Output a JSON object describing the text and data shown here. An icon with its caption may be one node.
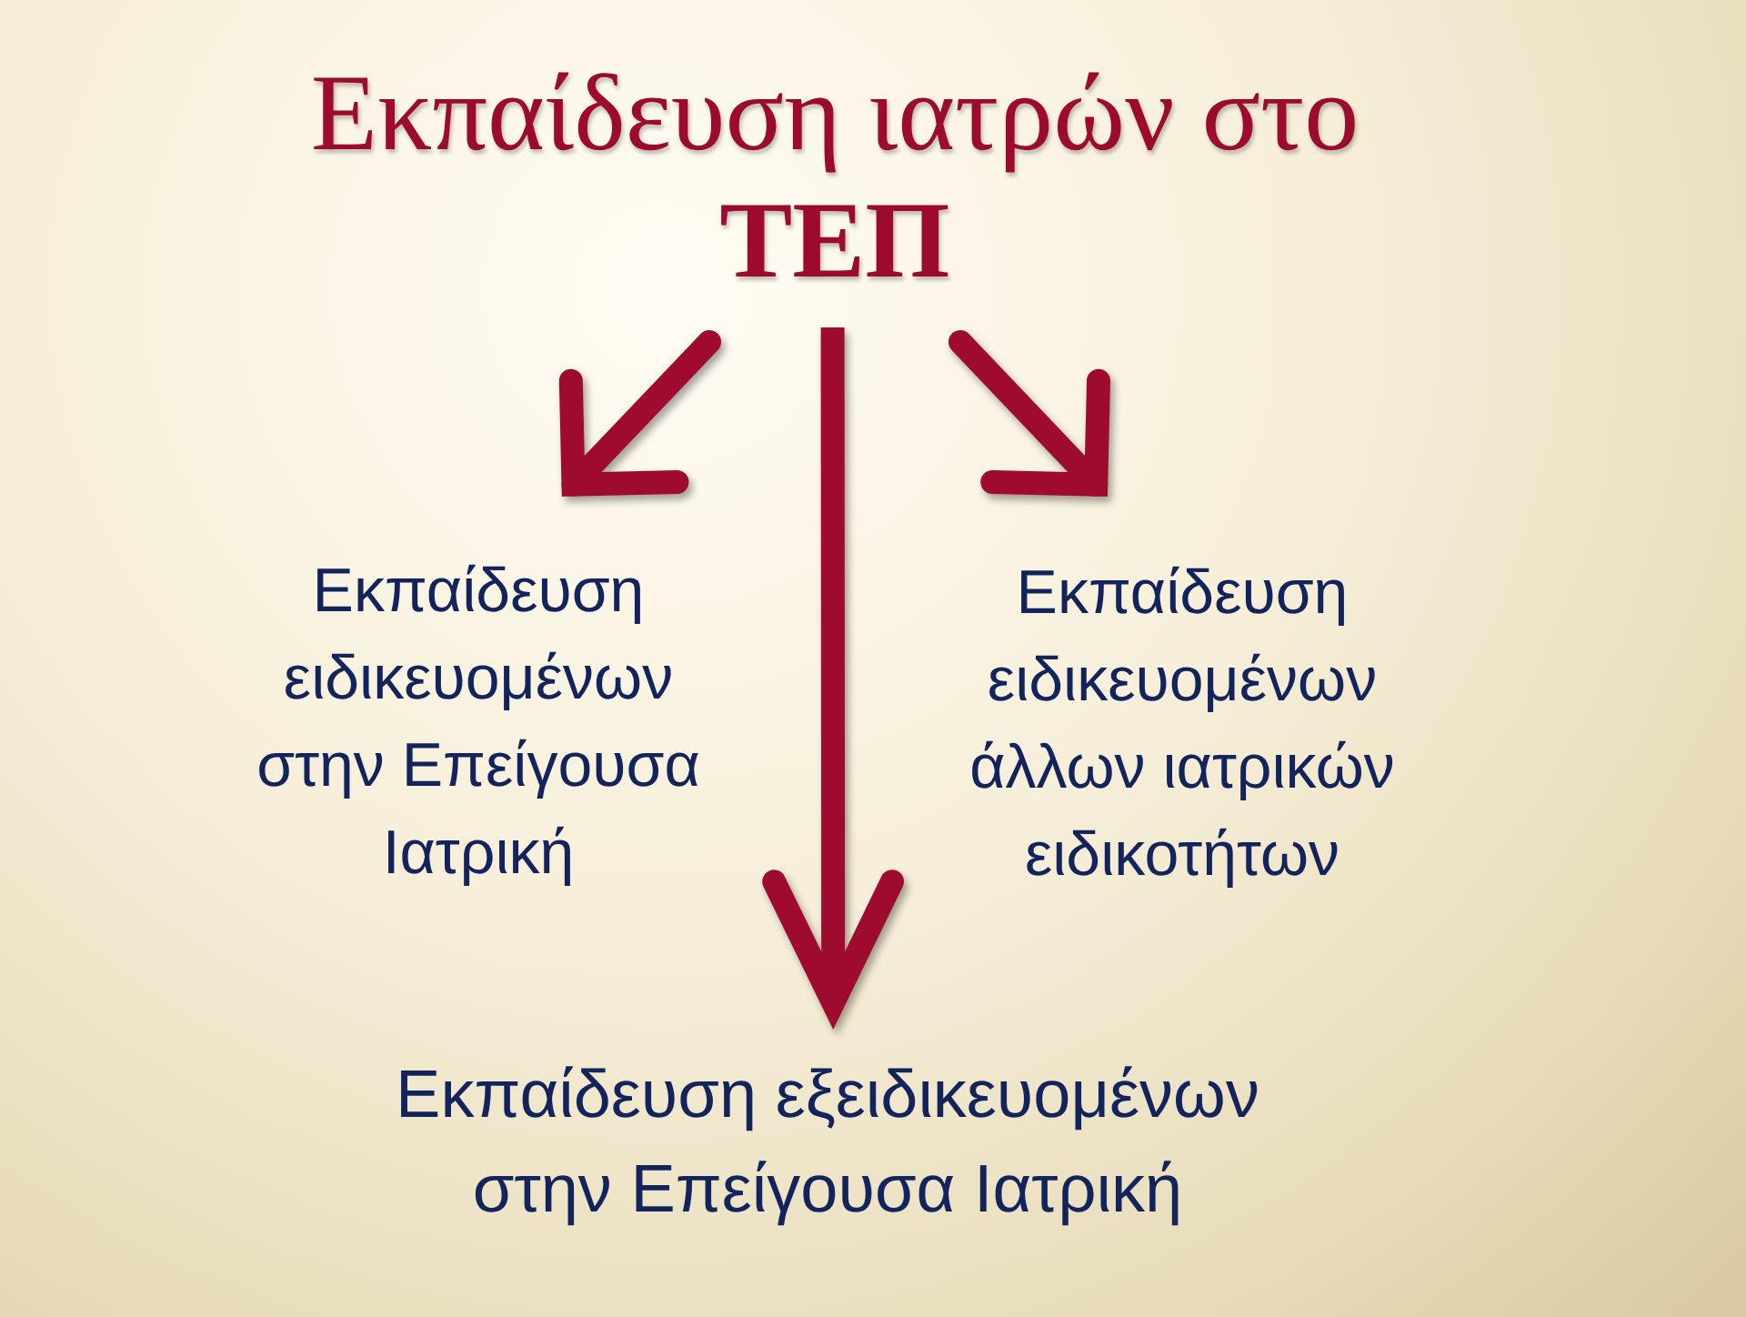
{
  "diagram": {
    "nodes": [
      {
        "text": [
          "Εκπαίδευση ιατρών στο **ΤΕΠ**"
        ]
      },
      {
        "text": [
          "Εκπαίδευση ειδικευομένων στην Επείγουσα Ιατρική"
        ]
      },
      {
        "text": [
          "Εκπαίδευση ειδικευομένων άλλων ιατρικών ειδικοτήτων"
        ]
      },
      {
        "text": [
          "Εκπαίδευση εξειδικευομένων στην Επείγουσα Ιατρική"
        ]
      }
    ],
    "edges": [
      {
        "from": 0,
        "to": 1,
        "arrow": "to"
      },
      {
        "from": 0,
        "to": 3,
        "arrow": "to"
      },
      {
        "from": 0,
        "to": 2,
        "arrow": "to"
      }
    ]
  }
}
